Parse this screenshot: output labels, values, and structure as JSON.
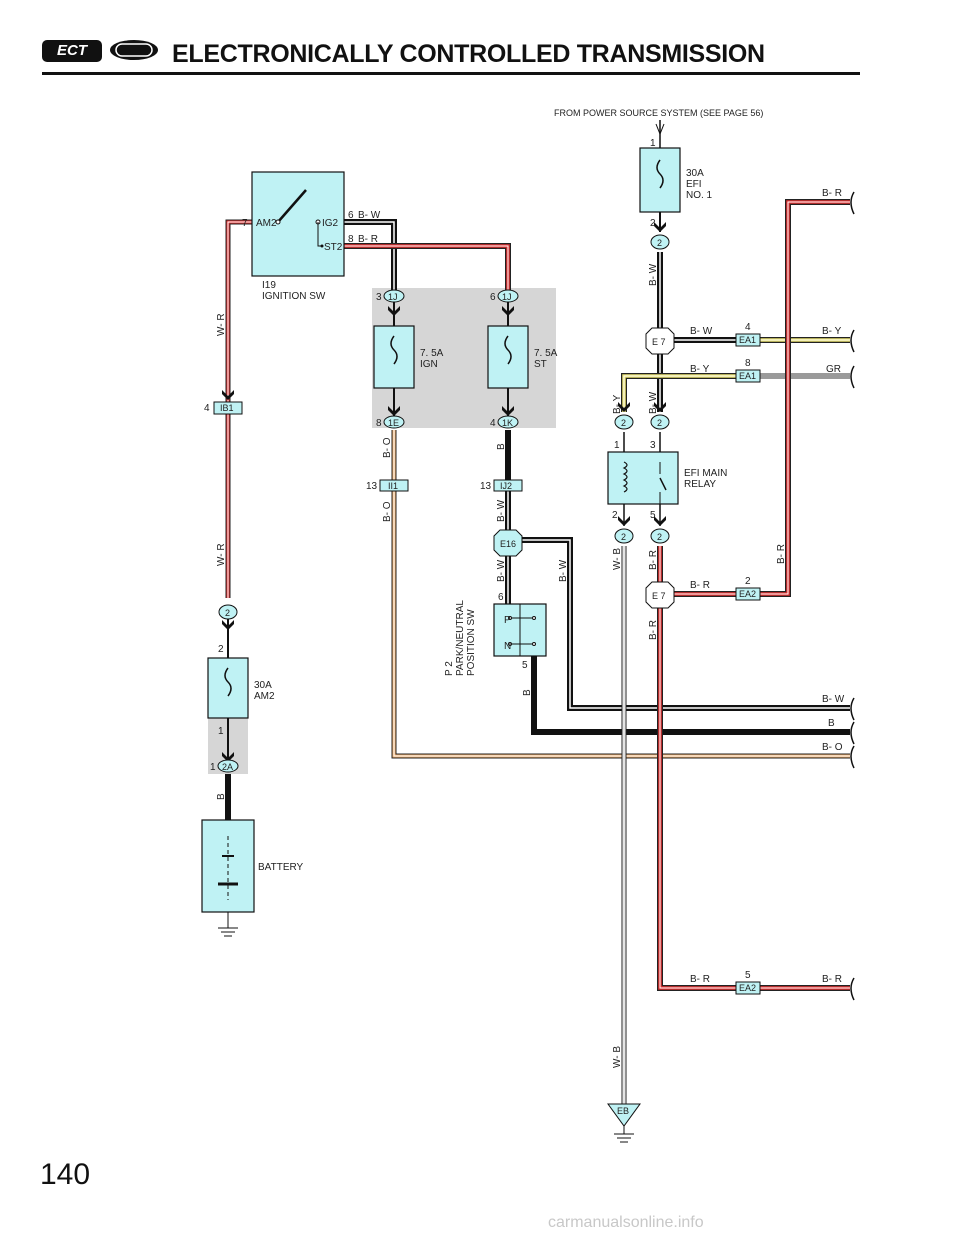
{
  "header": {
    "badge": "ECT",
    "title": "ELECTRONICALLY CONTROLLED TRANSMISSION",
    "page_number": "140"
  },
  "footer": {
    "watermark": "carmanualsonline.info"
  },
  "source_note": "FROM POWER SOURCE SYSTEM (SEE PAGE 56)",
  "components": {
    "ignition_sw": {
      "id": "I19",
      "name": "IGNITION SW",
      "am2": "AM2",
      "ig2": "IG2",
      "st2": "ST2",
      "pin_am2": "7",
      "pin_ig2": "6",
      "pin_st2": "8"
    },
    "fuse_ign": {
      "rating": "7. 5A",
      "name": "IGN"
    },
    "fuse_st": {
      "rating": "7. 5A",
      "name": "ST"
    },
    "fuse_efi": {
      "rating": "30A",
      "name": "EFI",
      "sub": "NO. 1",
      "pin_top": "1",
      "pin_bottom": "2"
    },
    "fuse_am2": {
      "rating": "30A",
      "name": "AM2",
      "pin_top": "2",
      "pin_bottom": "1"
    },
    "efi_relay": {
      "name1": "EFI MAIN",
      "name2": "RELAY",
      "pin1": "1",
      "pin2": "2",
      "pin3": "3",
      "pin5": "5"
    },
    "pn_sw": {
      "id": "P 2",
      "name1": "PARK/NEUTRAL",
      "name2": "POSITION SW",
      "p": "P",
      "n": "N",
      "pin6": "6",
      "pin5": "5"
    },
    "battery": {
      "name": "BATTERY"
    },
    "ground": {
      "eb": "EB"
    }
  },
  "connectors": {
    "c1j_a": {
      "label": "1J",
      "pin": "3"
    },
    "c1j_b": {
      "label": "1J",
      "pin": "6"
    },
    "c1e": {
      "label": "1E",
      "pin": "8"
    },
    "c1k": {
      "label": "1K",
      "pin": "4"
    },
    "ii1": {
      "label": "II1",
      "pin": "13"
    },
    "ij2": {
      "label": "IJ2",
      "pin": "13"
    },
    "ib1": {
      "label": "IB1",
      "pin": "4"
    },
    "c2a": {
      "label": "2A",
      "pin": "1"
    },
    "e16": {
      "label": "E16"
    },
    "e7_a": {
      "label": "E 7"
    },
    "e7_b": {
      "label": "E 7"
    },
    "ea1_a": {
      "label": "EA1",
      "pin": "4"
    },
    "ea1_b": {
      "label": "EA1",
      "pin": "8"
    },
    "ea2_a": {
      "label": "EA2",
      "pin": "2"
    },
    "ea2_b": {
      "label": "EA2",
      "pin": "5"
    },
    "j2": {
      "label": "2"
    }
  },
  "wires": {
    "bw": "B- W",
    "br": "B- R",
    "wr": "W- R",
    "bo": "B- O",
    "b": "B",
    "by": "B- Y",
    "gr": "GR",
    "wb": "W- B"
  },
  "colors": {
    "black": "#111111",
    "red": "#e03030",
    "orange": "#f0b070",
    "yellow": "#e8e070",
    "gray": "#9a9a9a",
    "component_fill": "#bff2f4",
    "junction_block": "#d6d6d6"
  }
}
